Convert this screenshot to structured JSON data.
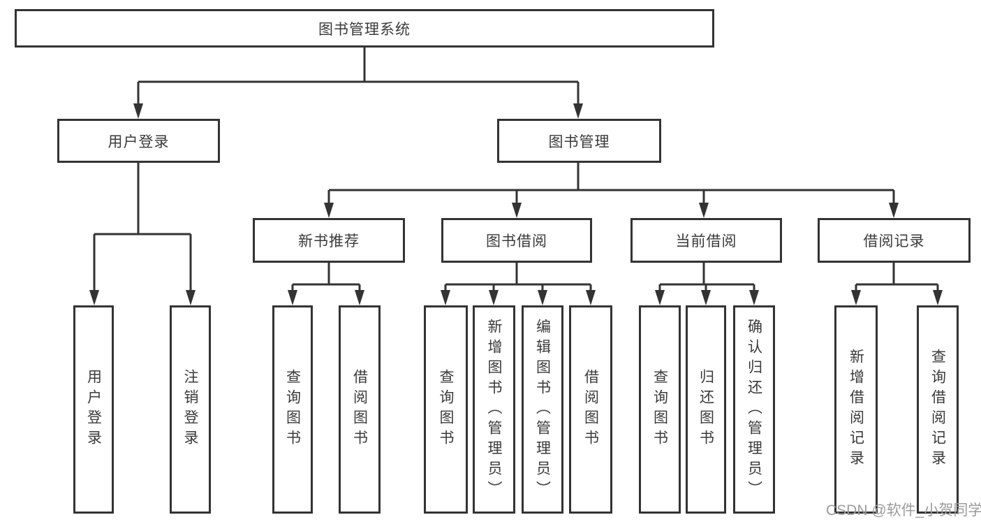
{
  "diagram_title": "图书管理系统",
  "nodes": {
    "root": "图书管理系统",
    "login": "用户登录",
    "mgmt": "图书管理",
    "recommend": "新书推荐",
    "borrow": "图书借阅",
    "current": "当前借阅",
    "records": "借阅记录",
    "leaf_login": "用户登录",
    "leaf_logout": "注销登录",
    "leaf_rec_query": "查询图书",
    "leaf_rec_borrow": "借阅图书",
    "leaf_bor_query": "查询图书",
    "leaf_bor_add": "新增图书（管理员）",
    "leaf_bor_edit": "编辑图书（管理员）",
    "leaf_bor_borrow": "借阅图书",
    "leaf_cur_query": "查询图书",
    "leaf_cur_return": "归还图书",
    "leaf_cur_confirm": "确认归还（管理员）",
    "leaf_recd_add": "新增借阅记录",
    "leaf_recd_query": "查询借阅记录"
  },
  "watermark": "CSDN @软件_小贺同学",
  "colors": {
    "line": "#333333",
    "box_border": "#333333",
    "text": "#3a3a3a",
    "watermark": "#9b9b9b",
    "background": "#ffffff"
  }
}
